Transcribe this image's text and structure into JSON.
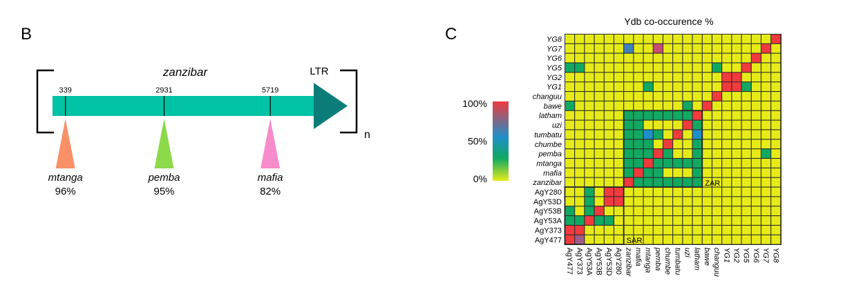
{
  "panel_b": {
    "letter": "B",
    "element_name": "zanzibar",
    "ltr_label": "LTR",
    "repeat_label": "n",
    "colors": {
      "element": "#00C2A5",
      "ltr": "#0B7D78"
    },
    "insertions": [
      {
        "position": "339",
        "position_value": 339,
        "name": "mtanga",
        "percent": "96%",
        "color": "#F99068"
      },
      {
        "position": "2931",
        "position_value": 2931,
        "name": "pemba",
        "percent": "95%",
        "color": "#8CD94A"
      },
      {
        "position": "5719",
        "position_value": 5719,
        "name": "mafia",
        "percent": "82%",
        "color": "#F78BCB"
      }
    ]
  },
  "panel_c": {
    "letter": "C",
    "colorbar": {
      "ticks": [
        "100%",
        "50%",
        "0%"
      ],
      "tick_values": [
        100,
        50,
        0
      ],
      "colors": [
        "#F03A3D",
        "#1E8FC8",
        "#11A961",
        "#E6EB18"
      ]
    },
    "box_labels": [
      "ZAR",
      "SAR"
    ]
  },
  "chart_data": {
    "type": "heatmap",
    "title": "Ydb co-occurence %",
    "rows": [
      "AgY477",
      "AgY373",
      "AgY53A",
      "AgY53B",
      "AgY53D",
      "AgY280",
      "zanzibar",
      "mafia",
      "mtanga",
      "pemba",
      "chumbe",
      "tumbatu",
      "uzi",
      "latham",
      "bawe",
      "changuu",
      "YG1",
      "YG2",
      "YG5",
      "YG6",
      "YG7",
      "YG8"
    ],
    "columns": [
      "AgY477",
      "AgY373",
      "AgY53A",
      "AgY53B",
      "AgY53D",
      "AgY280",
      "zanzibar",
      "mafia",
      "mtanga",
      "pemba",
      "chumbe",
      "tumbatu",
      "uzi",
      "latham",
      "bawe",
      "changuu",
      "YG1",
      "YG2",
      "YG5",
      "YG6",
      "YG7",
      "YG8"
    ],
    "italic_labels_from_index": 6,
    "value_range": [
      0,
      100
    ],
    "default_value": 0,
    "cells": [
      {
        "row": "AgY477",
        "col": "AgY477",
        "value": 100
      },
      {
        "row": "AgY477",
        "col": "AgY373",
        "value": 65
      },
      {
        "row": "AgY373",
        "col": "AgY477",
        "value": 100
      },
      {
        "row": "AgY373",
        "col": "AgY373",
        "value": 100
      },
      {
        "row": "AgY53A",
        "col": "AgY477",
        "value": 20
      },
      {
        "row": "AgY53A",
        "col": "AgY373",
        "value": 20
      },
      {
        "row": "AgY53A",
        "col": "AgY53A",
        "value": 100
      },
      {
        "row": "AgY53A",
        "col": "AgY53B",
        "value": 20
      },
      {
        "row": "AgY53A",
        "col": "AgY53D",
        "value": 20
      },
      {
        "row": "AgY53B",
        "col": "AgY477",
        "value": 20
      },
      {
        "row": "AgY53B",
        "col": "AgY53A",
        "value": 20
      },
      {
        "row": "AgY53B",
        "col": "AgY53B",
        "value": 100
      },
      {
        "row": "AgY53D",
        "col": "AgY53A",
        "value": 20
      },
      {
        "row": "AgY53D",
        "col": "AgY53D",
        "value": 100
      },
      {
        "row": "AgY53D",
        "col": "AgY280",
        "value": 100
      },
      {
        "row": "AgY280",
        "col": "AgY53A",
        "value": 20
      },
      {
        "row": "AgY280",
        "col": "AgY53D",
        "value": 100
      },
      {
        "row": "AgY280",
        "col": "AgY280",
        "value": 100
      },
      {
        "row": "zanzibar",
        "col": "zanzibar",
        "value": 100
      },
      {
        "row": "zanzibar",
        "col": "mafia",
        "value": 20
      },
      {
        "row": "zanzibar",
        "col": "mtanga",
        "value": 20
      },
      {
        "row": "zanzibar",
        "col": "pemba",
        "value": 20
      },
      {
        "row": "zanzibar",
        "col": "chumbe",
        "value": 20
      },
      {
        "row": "zanzibar",
        "col": "tumbatu",
        "value": 20
      },
      {
        "row": "zanzibar",
        "col": "uzi",
        "value": 20
      },
      {
        "row": "zanzibar",
        "col": "latham",
        "value": 20
      },
      {
        "row": "mafia",
        "col": "zanzibar",
        "value": 20
      },
      {
        "row": "mafia",
        "col": "mafia",
        "value": 100
      },
      {
        "row": "mafia",
        "col": "mtanga",
        "value": 20
      },
      {
        "row": "mafia",
        "col": "pemba",
        "value": 20
      },
      {
        "row": "mafia",
        "col": "latham",
        "value": 20
      },
      {
        "row": "mtanga",
        "col": "zanzibar",
        "value": 20
      },
      {
        "row": "mtanga",
        "col": "mafia",
        "value": 20
      },
      {
        "row": "mtanga",
        "col": "mtanga",
        "value": 100
      },
      {
        "row": "mtanga",
        "col": "pemba",
        "value": 20
      },
      {
        "row": "mtanga",
        "col": "chumbe",
        "value": 20
      },
      {
        "row": "mtanga",
        "col": "tumbatu",
        "value": 20
      },
      {
        "row": "mtanga",
        "col": "uzi",
        "value": 20
      },
      {
        "row": "mtanga",
        "col": "latham",
        "value": 20
      },
      {
        "row": "pemba",
        "col": "zanzibar",
        "value": 20
      },
      {
        "row": "pemba",
        "col": "mafia",
        "value": 20
      },
      {
        "row": "pemba",
        "col": "mtanga",
        "value": 20
      },
      {
        "row": "pemba",
        "col": "pemba",
        "value": 100
      },
      {
        "row": "pemba",
        "col": "chumbe",
        "value": 20
      },
      {
        "row": "pemba",
        "col": "latham",
        "value": 20
      },
      {
        "row": "pemba",
        "col": "YG7",
        "value": 20
      },
      {
        "row": "chumbe",
        "col": "zanzibar",
        "value": 20
      },
      {
        "row": "chumbe",
        "col": "mafia",
        "value": 20
      },
      {
        "row": "chumbe",
        "col": "mtanga",
        "value": 20
      },
      {
        "row": "chumbe",
        "col": "chumbe",
        "value": 100
      },
      {
        "row": "chumbe",
        "col": "latham",
        "value": 20
      },
      {
        "row": "tumbatu",
        "col": "zanzibar",
        "value": 20
      },
      {
        "row": "tumbatu",
        "col": "mafia",
        "value": 20
      },
      {
        "row": "tumbatu",
        "col": "mtanga",
        "value": 45
      },
      {
        "row": "tumbatu",
        "col": "pemba",
        "value": 20
      },
      {
        "row": "tumbatu",
        "col": "tumbatu",
        "value": 100
      },
      {
        "row": "tumbatu",
        "col": "latham",
        "value": 45
      },
      {
        "row": "uzi",
        "col": "zanzibar",
        "value": 20
      },
      {
        "row": "uzi",
        "col": "mafia",
        "value": 20
      },
      {
        "row": "uzi",
        "col": "uzi",
        "value": 100
      },
      {
        "row": "uzi",
        "col": "latham",
        "value": 20
      },
      {
        "row": "latham",
        "col": "zanzibar",
        "value": 20
      },
      {
        "row": "latham",
        "col": "mafia",
        "value": 20
      },
      {
        "row": "latham",
        "col": "mtanga",
        "value": 20
      },
      {
        "row": "latham",
        "col": "pemba",
        "value": 20
      },
      {
        "row": "latham",
        "col": "chumbe",
        "value": 20
      },
      {
        "row": "latham",
        "col": "tumbatu",
        "value": 20
      },
      {
        "row": "latham",
        "col": "uzi",
        "value": 20
      },
      {
        "row": "latham",
        "col": "latham",
        "value": 100
      },
      {
        "row": "bawe",
        "col": "AgY477",
        "value": 20
      },
      {
        "row": "bawe",
        "col": "uzi",
        "value": 20
      },
      {
        "row": "bawe",
        "col": "bawe",
        "value": 100
      },
      {
        "row": "changuu",
        "col": "changuu",
        "value": 100
      },
      {
        "row": "YG1",
        "col": "mtanga",
        "value": 20
      },
      {
        "row": "YG1",
        "col": "YG1",
        "value": 100
      },
      {
        "row": "YG1",
        "col": "YG2",
        "value": 100
      },
      {
        "row": "YG1",
        "col": "YG5",
        "value": 20
      },
      {
        "row": "YG2",
        "col": "YG1",
        "value": 100
      },
      {
        "row": "YG2",
        "col": "YG2",
        "value": 100
      },
      {
        "row": "YG5",
        "col": "AgY477",
        "value": 20
      },
      {
        "row": "YG5",
        "col": "AgY373",
        "value": 20
      },
      {
        "row": "YG5",
        "col": "changuu",
        "value": 20
      },
      {
        "row": "YG5",
        "col": "YG5",
        "value": 100
      },
      {
        "row": "YG6",
        "col": "YG6",
        "value": 100
      },
      {
        "row": "YG7",
        "col": "zanzibar",
        "value": 50
      },
      {
        "row": "YG7",
        "col": "pemba",
        "value": 75
      },
      {
        "row": "YG7",
        "col": "YG7",
        "value": 100
      },
      {
        "row": "YG8",
        "col": "YG8",
        "value": 100
      }
    ],
    "boxes": [
      {
        "label": "ZAR",
        "from": "zanzibar",
        "to": "latham"
      },
      {
        "label": "SAR",
        "from": "AgY477",
        "to": "AgY280"
      }
    ]
  }
}
